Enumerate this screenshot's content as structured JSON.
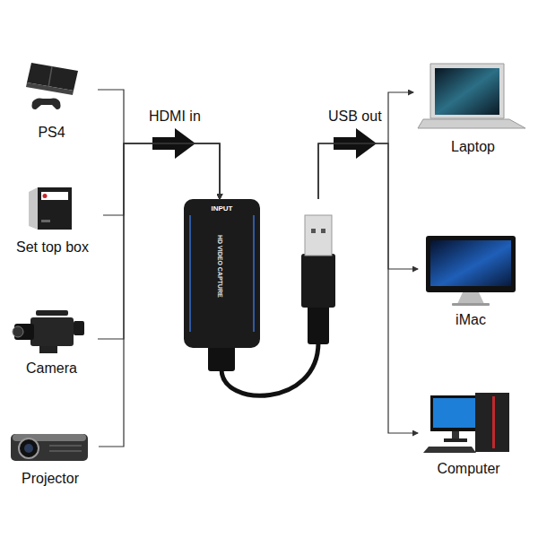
{
  "diagram": {
    "nodes": [
      {
        "text": [
          "PS4"
        ]
      },
      {
        "text": [
          "Set top box"
        ]
      },
      {
        "text": [
          "Camera"
        ]
      },
      {
        "text": [
          "Projector"
        ]
      },
      {
        "text": [
          "INPUT",
          "HD VIDEO CAPTURE"
        ]
      },
      {
        "text": [
          "Laptop"
        ]
      },
      {
        "text": [
          "iMac"
        ]
      },
      {
        "text": [
          "Computer"
        ]
      }
    ],
    "edges": [
      {
        "from": 0,
        "to": 4,
        "arrow": "to"
      },
      {
        "from": 1,
        "to": 4,
        "arrow": "to"
      },
      {
        "from": 2,
        "to": 4,
        "arrow": "to"
      },
      {
        "from": 3,
        "to": 4,
        "arrow": "to"
      },
      {
        "from": 4,
        "to": 5,
        "arrow": "to"
      },
      {
        "from": 4,
        "to": 6,
        "arrow": "to"
      },
      {
        "from": 4,
        "to": 7,
        "arrow": "to"
      }
    ],
    "labels": [
      "HDMI in",
      "USB out"
    ]
  }
}
